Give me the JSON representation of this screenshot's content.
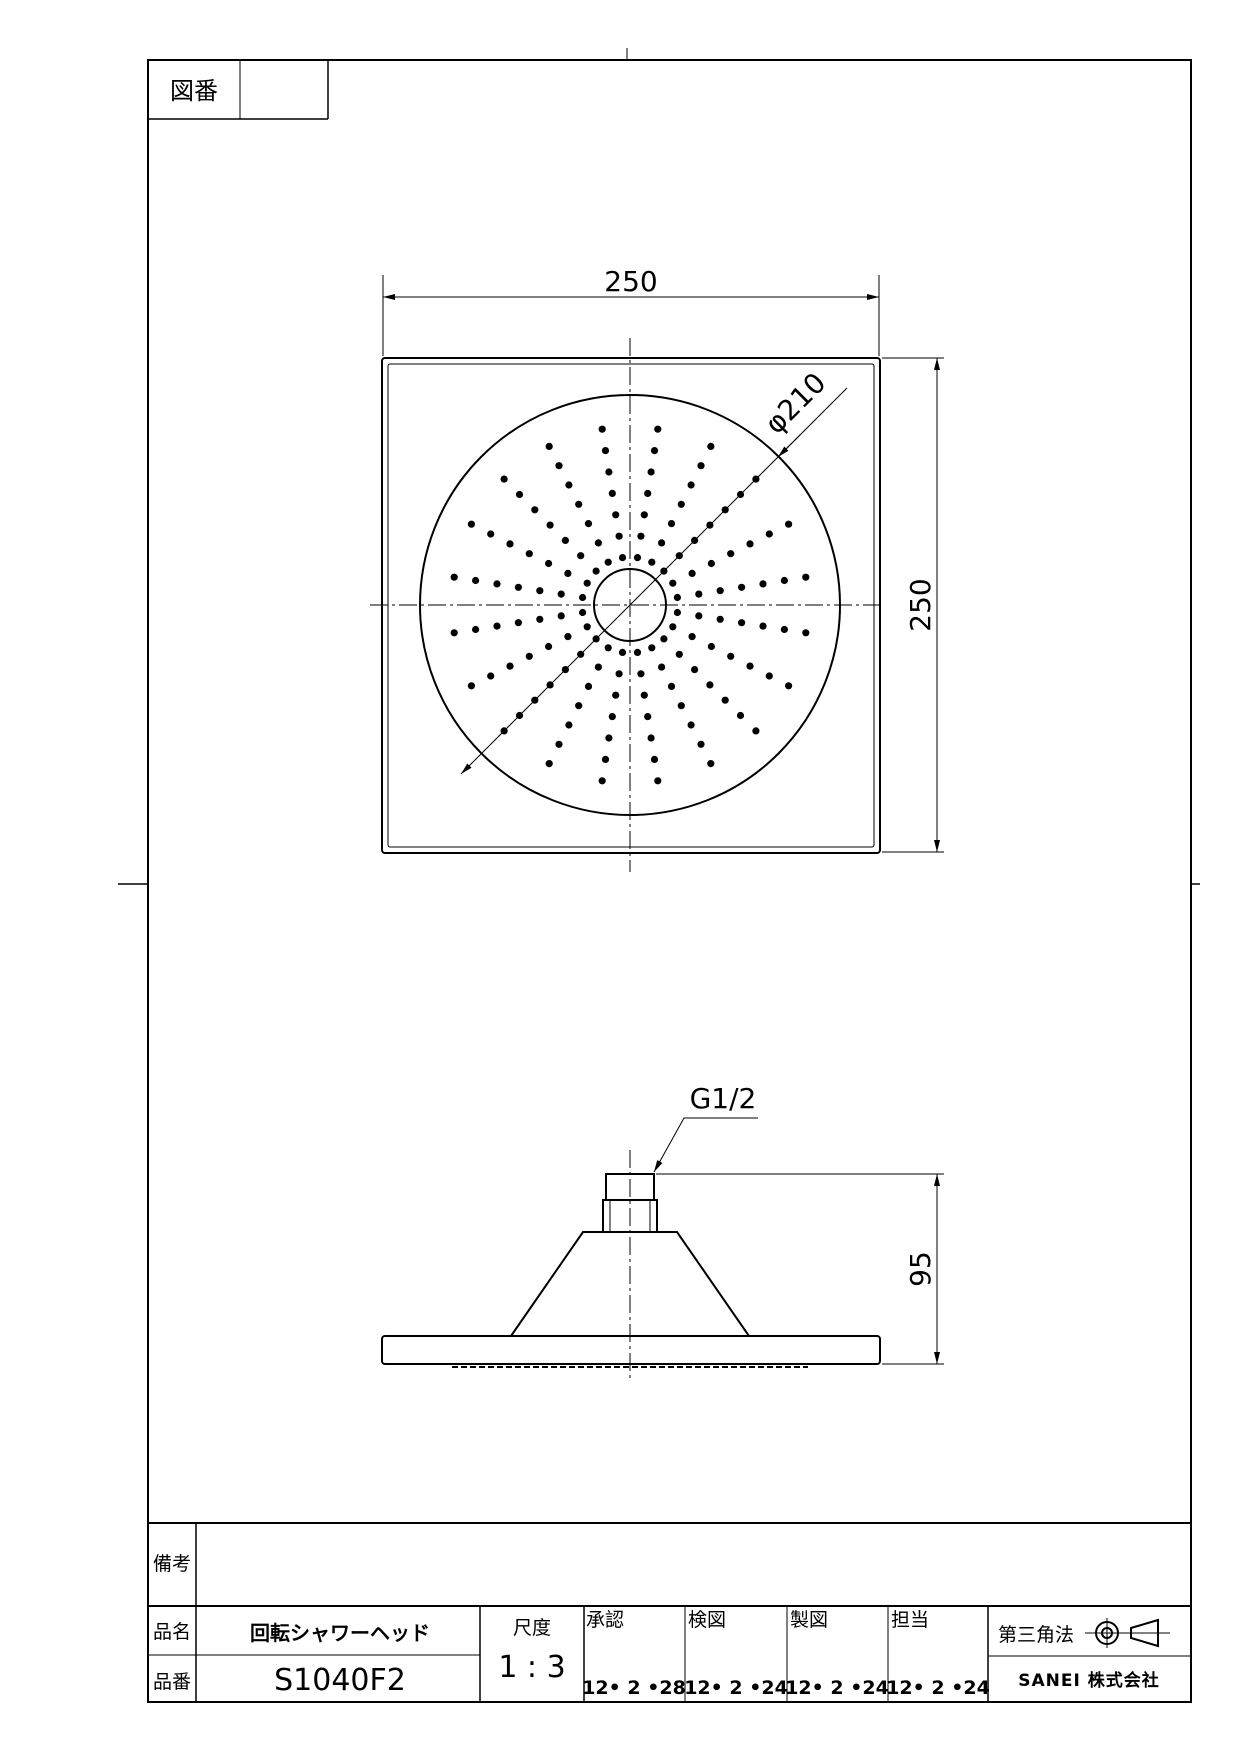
{
  "frame": {
    "drawing_no_label": "図番",
    "drawing_no_value": ""
  },
  "top_view": {
    "width_dim": "250",
    "height_dim": "250",
    "diameter_dim": "φ210",
    "spray_pattern": {
      "rays": 20,
      "dots_per_ray": 7
    }
  },
  "side_view": {
    "thread_label": "G1/2",
    "height_dim": "95"
  },
  "title_block": {
    "remarks_label": "備考",
    "remarks_value": "",
    "product_name_label": "品名",
    "product_name": "回転シャワーヘッド",
    "product_no_label": "品番",
    "product_no": "S1040F2",
    "scale_label": "尺度",
    "scale_value": "1 : 3",
    "approved_label": "承認",
    "approved_date": "12• 2 •28",
    "checked_label": "検図",
    "checked_date": "12• 2 •24",
    "drawn_label": "製図",
    "drawn_date": "12• 2 •24",
    "charge_label": "担当",
    "charge_date": "12• 2 •24",
    "projection_label": "第三角法",
    "company": "SANEI 株式会社"
  }
}
